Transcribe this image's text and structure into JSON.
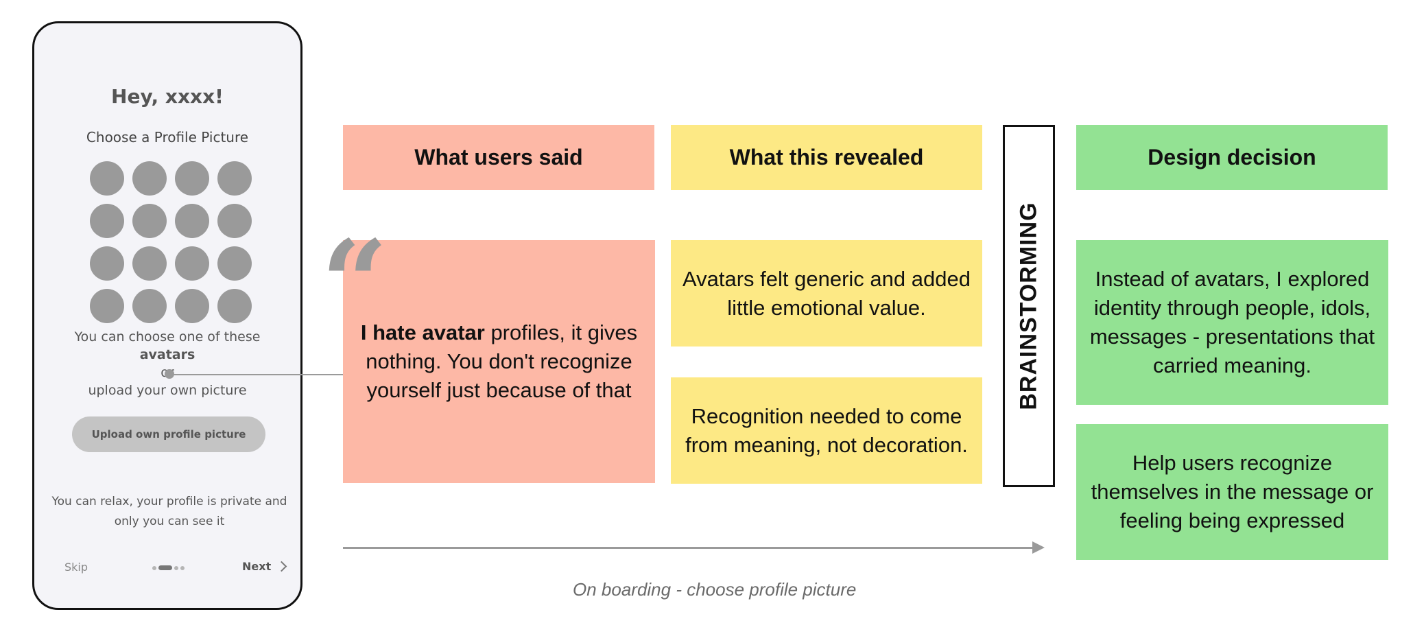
{
  "phone": {
    "greeting": "Hey, xxxx!",
    "subtitle": "Choose a Profile Picture",
    "avatar_count": 16,
    "choose_line1": "You can choose one of these",
    "choose_bold": "avatars",
    "choose_or": "or",
    "choose_line3": "upload your own picture",
    "upload_button": "Upload own profile picture",
    "privacy_text": "You can relax, your profile is private and only you can see it",
    "skip_label": "Skip",
    "next_label": "Next",
    "page_indicator": {
      "total": 4,
      "active": 2
    },
    "icons": {
      "next": "chevron-right-icon"
    }
  },
  "columns": {
    "users_said": "What users said",
    "revealed": "What this revealed",
    "decision": "Design decision"
  },
  "quote": {
    "bold": "I hate avatar",
    "rest": " profiles, it gives nothing. You don't recognize yourself just because of that",
    "icon": "quotation-mark-icon"
  },
  "revealed_cards": [
    "Avatars felt generic and added little emotional value.",
    "Recognition needed to come from meaning, not decoration."
  ],
  "brainstorming_label": "BRAINSTORMING",
  "decision_cards": [
    "Instead of avatars, I explored identity through people, idols, messages - presentations that carried meaning.",
    "Help users recognize themselves in the message or feeling being expressed"
  ],
  "caption": "On boarding - choose profile picture",
  "colors": {
    "red": "#fdb8a6",
    "yellow": "#fde985",
    "green": "#93e293",
    "gray": "#9a9a9a"
  }
}
